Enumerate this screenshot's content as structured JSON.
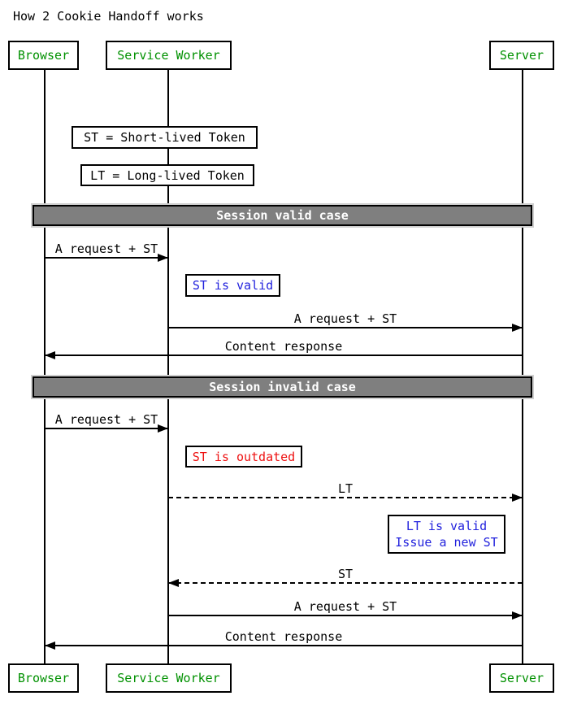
{
  "title": "How 2 Cookie Handoff works",
  "colors": {
    "actor_text": "#009100",
    "note_blue": "#2222dd",
    "note_red": "#ee1111",
    "divider_bg": "#7f7f7f",
    "divider_text": "#ffffff",
    "line_black": "#000000",
    "background": "#ffffff"
  },
  "actors": {
    "browser": "Browser",
    "service_worker": "Service Worker",
    "server": "Server"
  },
  "legend_notes": {
    "st": "ST = Short-lived Token",
    "lt": "LT = Long-lived Token"
  },
  "sections": [
    {
      "title": "Session valid case"
    },
    {
      "title": "Session invalid case"
    }
  ],
  "notes": {
    "st_valid": "ST is valid",
    "st_outdated": "ST is outdated",
    "lt_valid_line1": "LT is valid",
    "lt_valid_line2": "Issue a new ST"
  },
  "messages": [
    {
      "label": "A request + ST",
      "from": "Browser",
      "to": "Service Worker",
      "style": "solid"
    },
    {
      "label": "A request + ST",
      "from": "Service Worker",
      "to": "Server",
      "style": "solid"
    },
    {
      "label": "Content response",
      "from": "Server",
      "to": "Browser",
      "style": "solid"
    },
    {
      "label": "A request + ST",
      "from": "Browser",
      "to": "Service Worker",
      "style": "solid"
    },
    {
      "label": "LT",
      "from": "Service Worker",
      "to": "Server",
      "style": "dashed"
    },
    {
      "label": "ST",
      "from": "Server",
      "to": "Service Worker",
      "style": "dashed"
    },
    {
      "label": "A request + ST",
      "from": "Service Worker",
      "to": "Server",
      "style": "solid"
    },
    {
      "label": "Content response",
      "from": "Server",
      "to": "Browser",
      "style": "solid"
    }
  ]
}
